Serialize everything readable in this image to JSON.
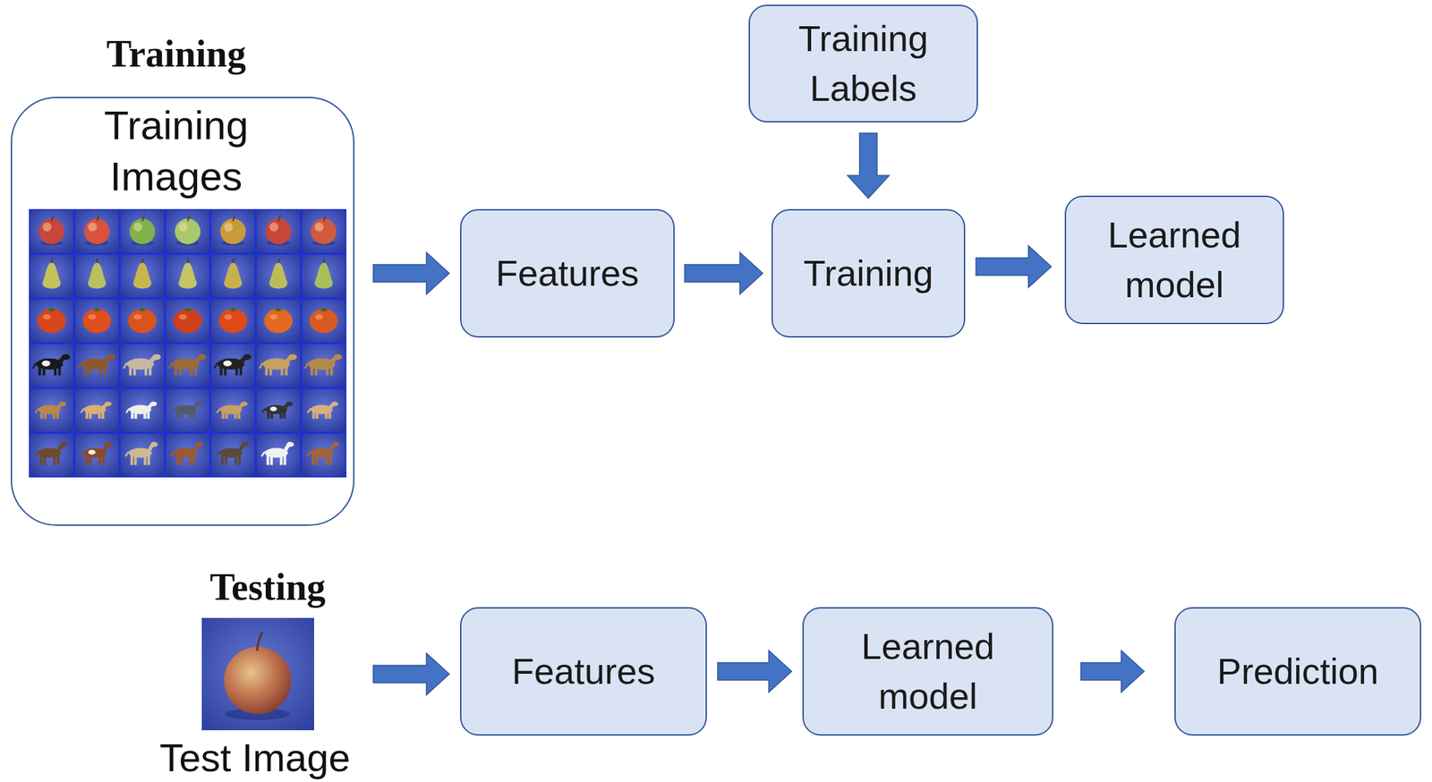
{
  "diagram": {
    "nodes": [
      {
        "text": [
          "Training",
          "Training Images"
        ]
      },
      {
        "text": [
          "Training Labels"
        ]
      },
      {
        "text": [
          "Features"
        ]
      },
      {
        "text": [
          "Training"
        ]
      },
      {
        "text": [
          "Learned model"
        ]
      },
      {
        "text": [
          "Testing",
          "Test Image"
        ]
      },
      {
        "text": [
          "Features"
        ]
      },
      {
        "text": [
          "Learned model"
        ]
      },
      {
        "text": [
          "Prediction"
        ]
      }
    ],
    "edges": [
      {
        "from": 0,
        "to": 2,
        "arrow": "to"
      },
      {
        "from": 1,
        "to": 3,
        "arrow": "to"
      },
      {
        "from": 2,
        "to": 3,
        "arrow": "to"
      },
      {
        "from": 3,
        "to": 4,
        "arrow": "to"
      },
      {
        "from": 5,
        "to": 6,
        "arrow": "to"
      },
      {
        "from": 6,
        "to": 7,
        "arrow": "to"
      },
      {
        "from": 7,
        "to": 8,
        "arrow": "to"
      }
    ]
  }
}
